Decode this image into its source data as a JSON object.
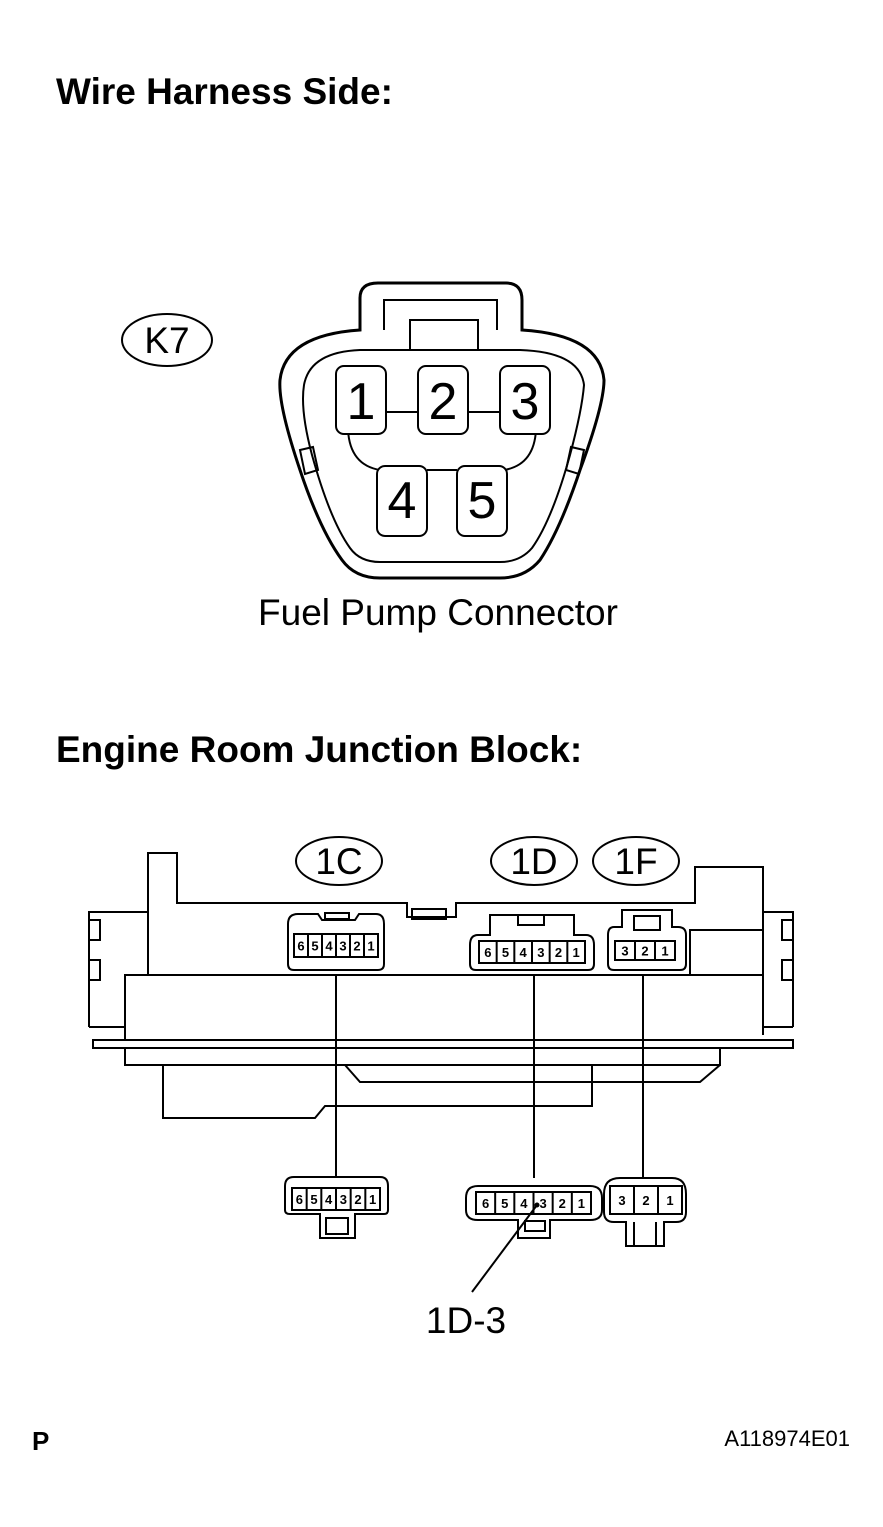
{
  "headings": {
    "wire_harness_side": "Wire Harness Side:",
    "engine_room_junction_block": "Engine Room Junction Block:"
  },
  "fuel_pump": {
    "code": "K7",
    "caption": "Fuel Pump Connector",
    "pins": [
      "1",
      "2",
      "3",
      "4",
      "5"
    ]
  },
  "junction_block": {
    "connectors": [
      {
        "code": "1C",
        "pins": [
          "6",
          "5",
          "4",
          "3",
          "2",
          "1"
        ]
      },
      {
        "code": "1D",
        "pins": [
          "6",
          "5",
          "4",
          "3",
          "2",
          "1"
        ]
      },
      {
        "code": "1F",
        "pins": [
          "3",
          "2",
          "1"
        ]
      }
    ],
    "callout": "1D-3"
  },
  "footer": {
    "left": "P",
    "right": "A118974E01"
  }
}
